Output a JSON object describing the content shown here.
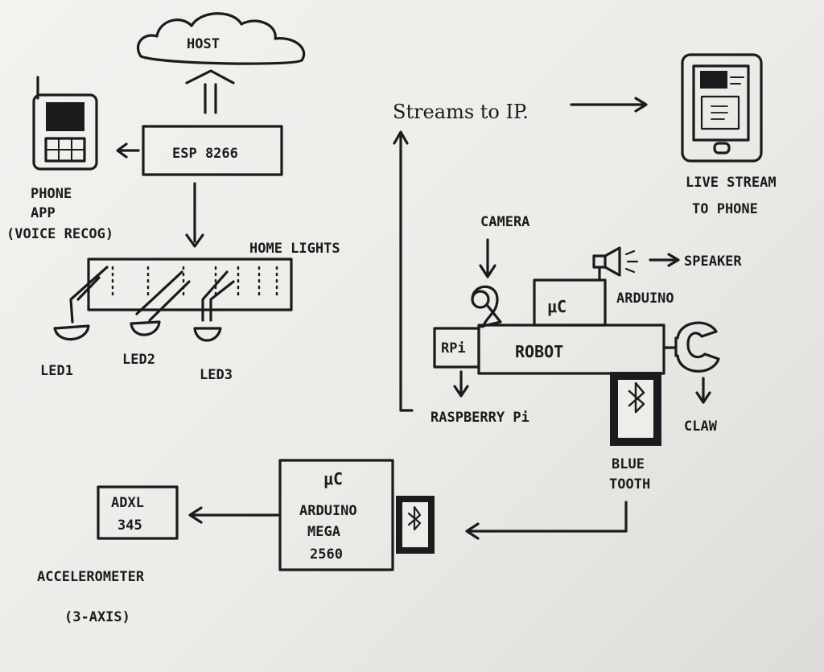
{
  "labels": {
    "host": "HOST",
    "esp": "ESP 8266",
    "phone_app_1": "PHONE",
    "phone_app_2": "APP",
    "phone_app_3": "(VOICE RECOG)",
    "home_lights": "HOME LIGHTS",
    "led1": "LED1",
    "led2": "LED2",
    "led3": "LED3",
    "streams": "Streams to IP.",
    "live_stream_1": "LIVE STREAM",
    "live_stream_2": "TO PHONE",
    "camera": "CAMERA",
    "speaker": "SPEAKER",
    "uc_top": "μC",
    "arduino_top": "ARDUINO",
    "rpi": "RPi",
    "robot": "ROBOT",
    "raspberry": "RASPBERRY Pi",
    "claw": "CLAW",
    "blue": "BLUE",
    "tooth": "TOOTH",
    "uc_bottom": "μC",
    "arduino_mega_1": "ARDUINO",
    "arduino_mega_2": "MEGA",
    "arduino_mega_3": "2560",
    "adxl_1": "ADXL",
    "adxl_2": "345",
    "accel": "ACCELEROMETER",
    "axis": "(3-AXIS)"
  },
  "icons": [
    "cloud-icon",
    "feature-phone-icon",
    "smartphone-icon",
    "led-icon",
    "webcam-icon",
    "speaker-icon",
    "claw-icon",
    "bluetooth-icon"
  ]
}
